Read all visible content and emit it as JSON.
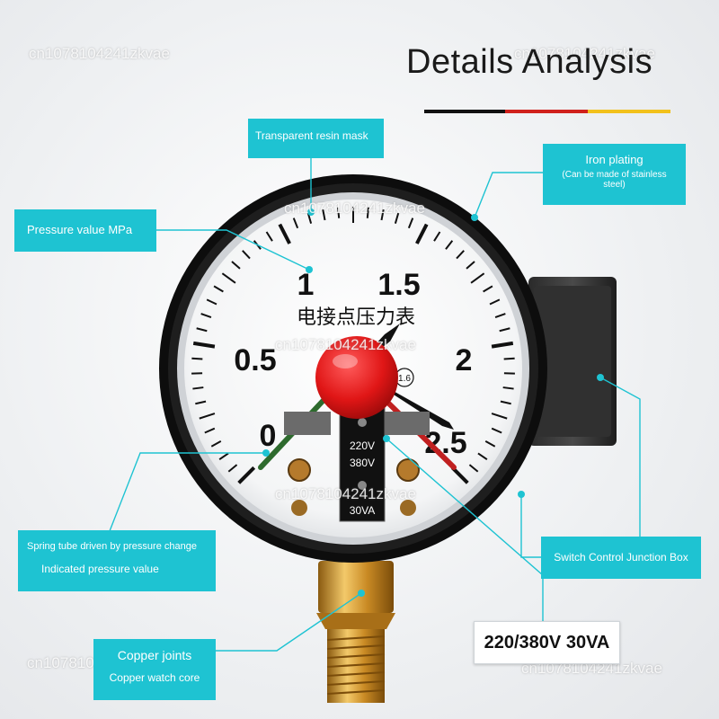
{
  "title": "Details Analysis",
  "rule_colors": [
    "#111111",
    "#d0211c",
    "#f2c11c"
  ],
  "accent_color": "#1ec3d2",
  "callouts": {
    "resin_mask": "Transparent resin mask",
    "iron_plating": "Iron plating",
    "iron_plating_note": "(Can be made of stainless steel)",
    "pressure_value": "Pressure value MPa",
    "spring_tube": "Spring tube driven by pressure change",
    "indicated_pressure": "Indicated pressure value",
    "junction_box": "Switch Control Junction Box",
    "copper_joints": "Copper joints",
    "copper_core": "Copper watch core",
    "voltage_rating": "220/380V 30VA"
  },
  "dial": {
    "scale_labels": [
      "0",
      "0.5",
      "1",
      "1.5",
      "2",
      "2.5"
    ],
    "chinese_title": "电接点压力表",
    "accuracy_class": "1.6",
    "terminal_voltage_1": "220V",
    "terminal_voltage_2": "380V",
    "terminal_power": "30VA"
  },
  "watermark": "cn1078104241zkvae"
}
